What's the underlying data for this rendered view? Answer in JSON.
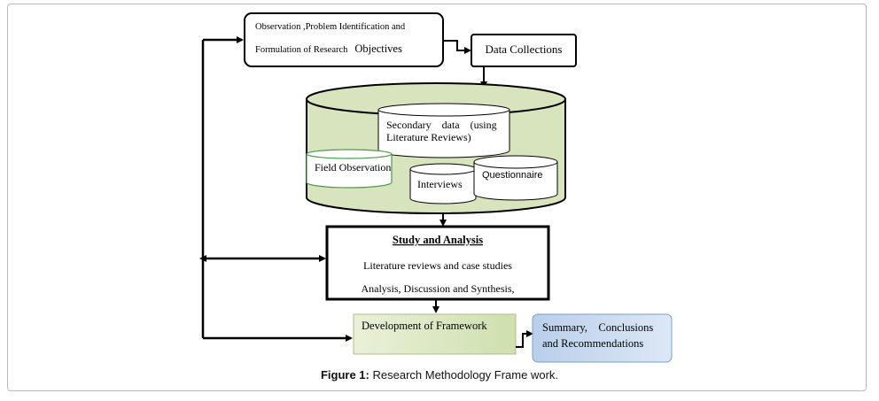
{
  "diagram": {
    "observation": {
      "line1": "Observation ,Problem Identification and",
      "line2_small": "Formulation of Research",
      "line2_big": "Objectives"
    },
    "data_collections": "Data Collections",
    "secondary_data": {
      "line1": "Secondary    data    (using",
      "line2": "Literature Reviews)"
    },
    "field_observation": "Field Observation",
    "interviews": "Interviews",
    "questionnaire": "Questionnaire",
    "study": {
      "title": "Study and Analysis",
      "line1": "Literature reviews and case studies",
      "line2": "Analysis, Discussion and Synthesis,"
    },
    "framework": "Development of Framework",
    "summary": {
      "line1": "Summary,    Conclusions",
      "line2": "and Recommendations"
    },
    "colors": {
      "cylinder_fill": "#d7e4bd",
      "framework_fill": "#d7e4bd",
      "summary_fill": "#c6d9f1",
      "field_border": "#4a9a4a"
    }
  },
  "caption": {
    "label": "Figure 1:",
    "text": " Research Methodology Frame work."
  }
}
